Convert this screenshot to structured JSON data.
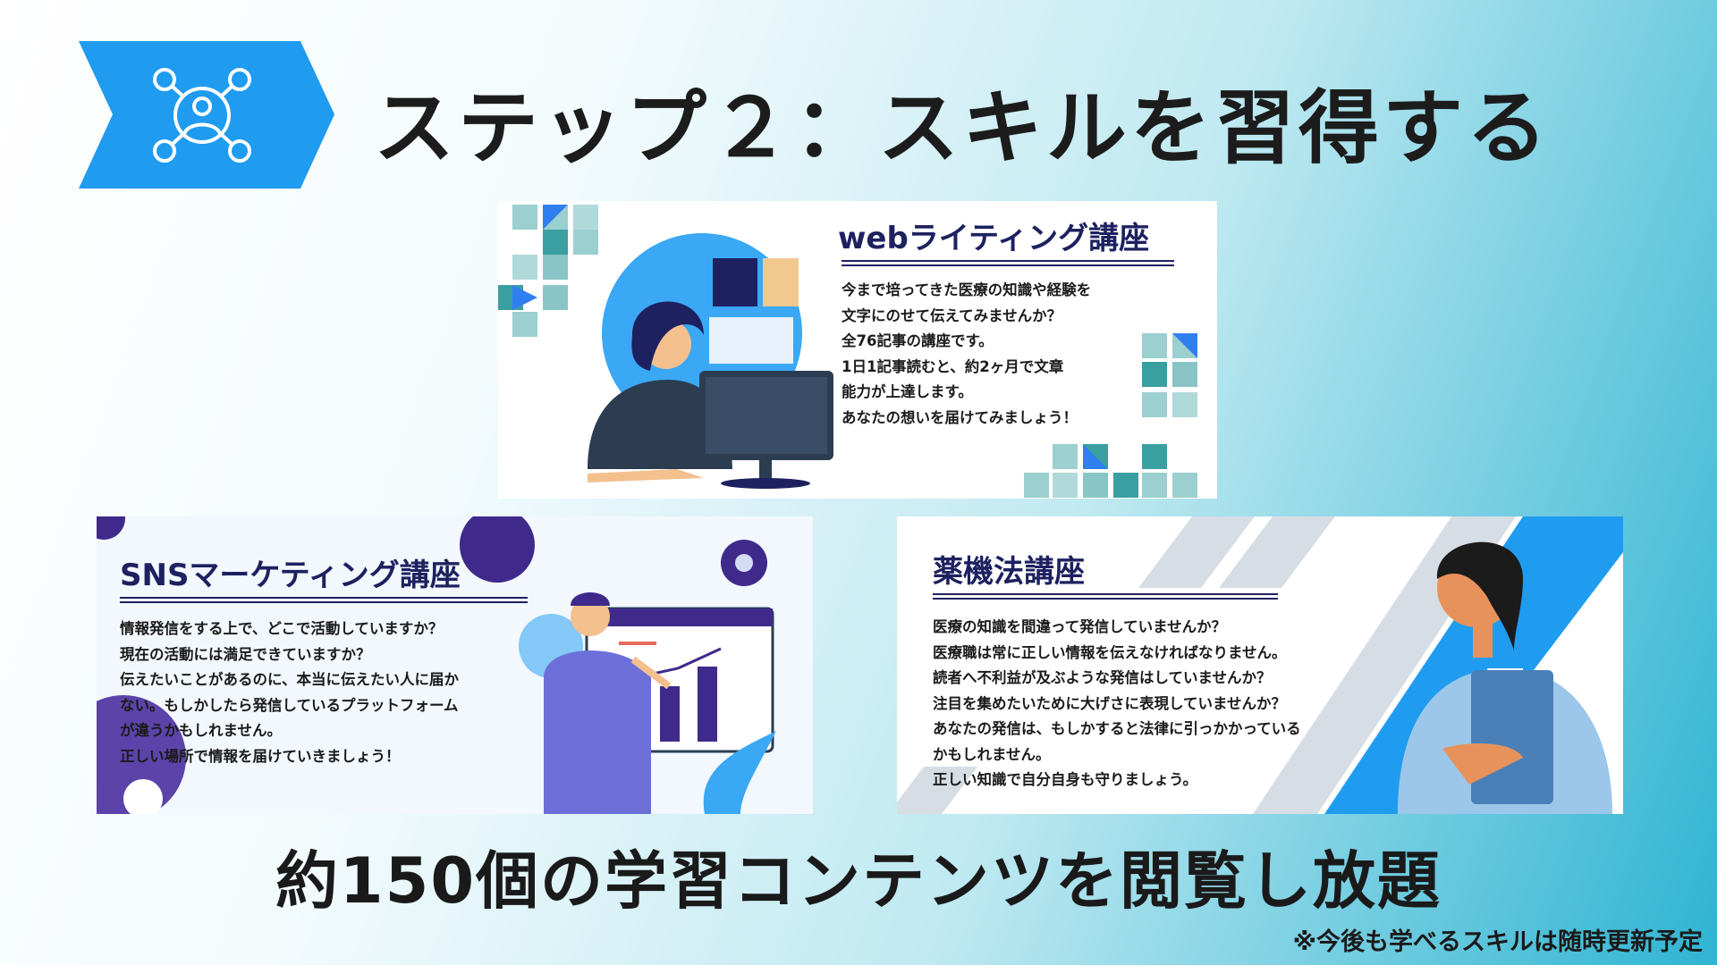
{
  "header": {
    "title": "ステップ２：スキルを習得する",
    "badge_icon": "people-network-icon",
    "badge_color": "#1f9cf0"
  },
  "cards": {
    "web": {
      "title": "webライティング講座",
      "lines": [
        "今まで培ってきた医療の知識や経験を",
        "文字にのせて伝えてみませんか？",
        "全76記事の講座です。",
        "1日1記事読むと、約2ヶ月で文章",
        "能力が上達します。",
        "あなたの想いを届けてみましょう！"
      ],
      "illustration": "woman-at-computer-icon"
    },
    "sns": {
      "title": "SNSマーケティング講座",
      "lines": [
        "情報発信をする上で、どこで活動していますか？",
        "現在の活動には満足できていますか？",
        "伝えたいことがあるのに、本当に伝えたい人に届か",
        "ない。もしかしたら発信しているプラットフォーム",
        "が違うかもしれません。",
        "正しい場所で情報を届けていきましょう！"
      ],
      "illustration": "man-presenting-chart-icon"
    },
    "law": {
      "title": "薬機法講座",
      "lines": [
        "医療の知識を間違って発信していませんか？",
        "医療職は常に正しい情報を伝えなければなりません。",
        "読者へ不利益が及ぶような発信はしていませんか？",
        "注目を集めたいために大げさに表現していませんか？",
        "あなたの発信は、もしかすると法律に引っかかっている",
        "かもしれません。",
        "正しい知識で自分自身も守りましょう。"
      ],
      "illustration": "woman-with-folder-icon"
    }
  },
  "footer": {
    "headline": "約150個の学習コンテンツを閲覧し放題",
    "note": "※今後も学べるスキルは随時更新予定"
  },
  "colors": {
    "accent_blue": "#1f9cf0",
    "navy": "#1d2160",
    "teal": "#3a9fa0",
    "purple": "#3f2a8c"
  }
}
